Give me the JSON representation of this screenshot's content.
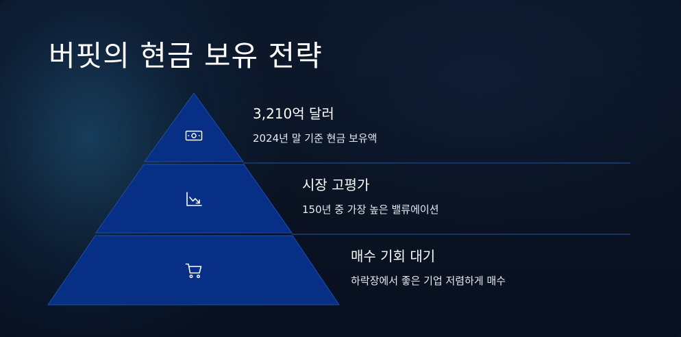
{
  "title": "버핏의 현금 보유 전략",
  "colors": {
    "tier_fill": "#062f85",
    "tier_stroke": "#1d4fa8",
    "divider": "#1f3e72",
    "text": "#ffffff"
  },
  "tiers": [
    {
      "heading": "3,210억 달러",
      "description": "2024년 말 기준 현금 보유액",
      "icon": "banknote-icon"
    },
    {
      "heading": "시장 고평가",
      "description": "150년 중 가장 높은 밸류에이션",
      "icon": "chart-down-icon"
    },
    {
      "heading": "매수 기회 대기",
      "description": "하락장에서 좋은 기업 저렴하게 매수",
      "icon": "shopping-cart-icon"
    }
  ]
}
